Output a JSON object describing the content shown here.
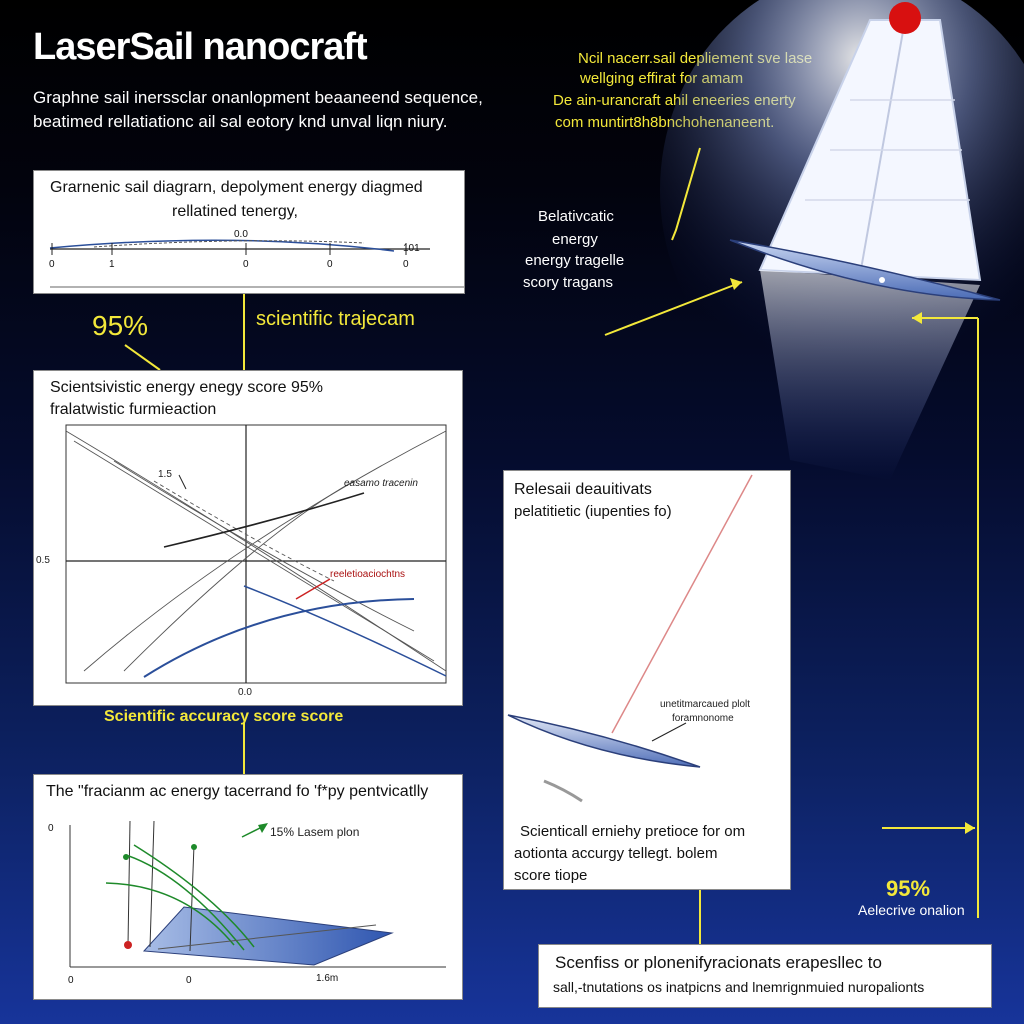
{
  "header": {
    "title": "LaserSail nanocraft",
    "subtitle_line1": "Graphne sail inerssclar onanlopment beaaneend sequence,",
    "subtitle_line2": "beatimed rellatiationc ail sal eotory knd unval liqn niury."
  },
  "callout_top": {
    "line1": "Ncil nacerr.sail depliement sve lase",
    "line2": "wellging effirat for amam",
    "line3": "De ain-urancraft ahil eneeries enerty",
    "line4": "com muntirt8h8bnchohenaneent."
  },
  "callout_middle": {
    "line1": "Belativcatic",
    "line2": "energy",
    "line3": "energy tragelle",
    "line4": "scory tragans"
  },
  "panel1": {
    "title_line1": "Grarnenic sail diagrarn, depolyment energy diagmed",
    "title_line2": "rellatined tenergy,",
    "end_label": "101",
    "ticks": [
      "0",
      "1",
      "0",
      "0",
      "0"
    ],
    "mid_label": "0.0"
  },
  "label_95_left": "95%",
  "label_trajectory": "scientific trajecam",
  "panel2": {
    "title_line1": "Scientsivistic energy enegy score 95%",
    "title_line2": "fralatwistic furmieaction",
    "label_a": "easamo tracenin",
    "label_b": "reeletioaciochtns",
    "label_c": "1.5",
    "y_label": "0.5",
    "x_label": "0.0"
  },
  "label_accuracy": "Scientific accuracy score  score",
  "panel3": {
    "title": "The \"fracianm ac energy tacerrand fo 'f*py pentvicatlly",
    "annotation": "15% Lasem plon",
    "y_tick": "0",
    "x_ticks": [
      "0",
      "0",
      "1.6m"
    ]
  },
  "panel4": {
    "title_line1": "Relesaii deauitivats",
    "title_line2": "pelatitietic (iupenties fo)",
    "craft_label_line1": "unetitmarcaued plolt",
    "craft_label_line2": "foramnonome",
    "desc_line1": "Scienticall erniehy pretioce  for om",
    "desc_line2": "aotionta accurgy tellegt. bolem",
    "desc_line3": "score tiope"
  },
  "label_95_right": "95%",
  "label_right_small": "Aelecrive onalion",
  "bottom_note": {
    "line1": "Scenfiss or plonenifyracionats erapesllec to",
    "line2": "sall,-tnutations os inatpicns and lnemrignmuied nuropalionts"
  },
  "colors": {
    "background_top": "#000000",
    "background_bottom": "#17349a",
    "callout_yellow": "#f3e83a",
    "curve_blue": "#2b4f9a",
    "accent_red": "#cc2222",
    "accent_green": "#1e8a2a"
  }
}
